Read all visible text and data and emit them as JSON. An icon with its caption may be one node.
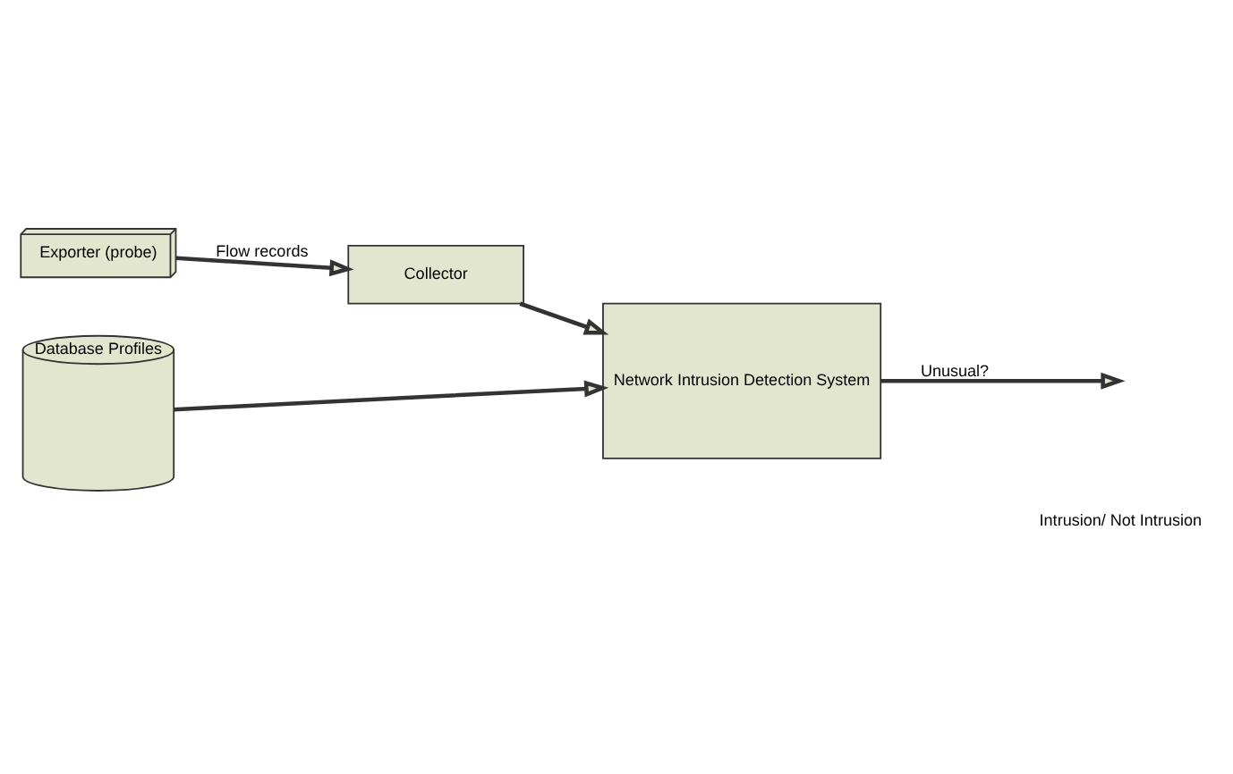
{
  "diagram": {
    "nodes": [
      {
        "text": [
          "Exporter (probe)"
        ]
      },
      {
        "text": [
          "Collector"
        ]
      },
      {
        "text": [
          "Database Profiles"
        ]
      },
      {
        "text": [
          "Network Intrusion Detection System"
        ]
      }
    ],
    "edges": [
      {
        "from": 0,
        "to": 1,
        "arrow": "to",
        "label": "Flow records"
      },
      {
        "from": 1,
        "to": 3,
        "arrow": "to"
      },
      {
        "from": 2,
        "to": 3,
        "arrow": "to"
      },
      {
        "from": 3,
        "to": null,
        "arrow": "to",
        "label": "Unusual?"
      }
    ],
    "labels": [
      "Intrusion/ Not Intrusion"
    ]
  }
}
